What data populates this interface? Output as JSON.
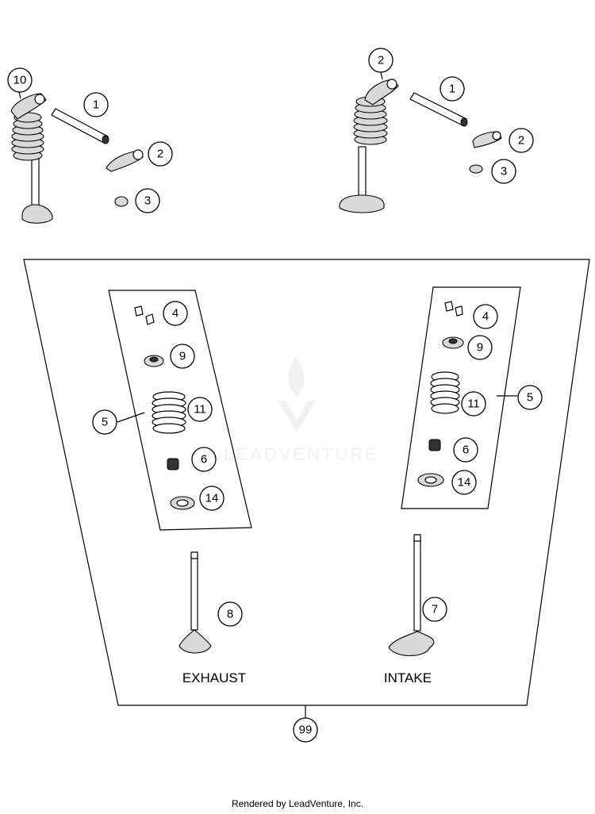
{
  "colors": {
    "line": "#000000",
    "background": "#ffffff",
    "watermark": "#e6e6e6"
  },
  "callouts": {
    "c10": "10",
    "c1a": "1",
    "c2a": "2",
    "c3a": "3",
    "c2b": "2",
    "c1b": "1",
    "c2c": "2",
    "c3b": "3",
    "c4a": "4",
    "c9a": "9",
    "c11a": "11",
    "c5a": "5",
    "c6a": "6",
    "c14a": "14",
    "c4b": "4",
    "c9b": "9",
    "c11b": "11",
    "c5b": "5",
    "c6b": "6",
    "c14b": "14",
    "c8": "8",
    "c7": "7",
    "c99": "99"
  },
  "labels": {
    "exhaust": "EXHAUST",
    "intake": "INTAKE"
  },
  "watermark": {
    "text": "LEADVENTURE"
  },
  "footer": {
    "text": "Rendered by LeadVenture, Inc."
  }
}
